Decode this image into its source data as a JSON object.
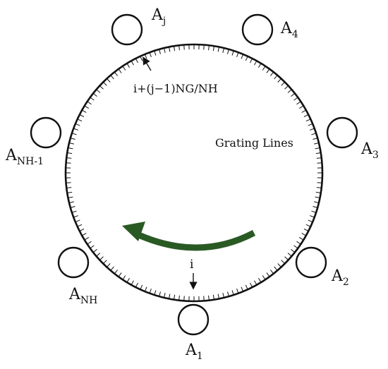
{
  "diagram": {
    "grating_label": "Grating Lines",
    "index_label": "i",
    "offset_label": "i+(j−1)NG/NH",
    "arrow_color": "#2a5a24",
    "tick_count": 160,
    "readheads": [
      {
        "id": "A1",
        "main": "A",
        "sub": "1"
      },
      {
        "id": "A2",
        "main": "A",
        "sub": "2"
      },
      {
        "id": "A3",
        "main": "A",
        "sub": "3"
      },
      {
        "id": "A4",
        "main": "A",
        "sub": "4"
      },
      {
        "id": "Aj",
        "main": "A",
        "sub": "j"
      },
      {
        "id": "ANH1",
        "main": "A",
        "sub": "NH-1"
      },
      {
        "id": "ANH",
        "main": "A",
        "sub": "NH"
      }
    ]
  }
}
